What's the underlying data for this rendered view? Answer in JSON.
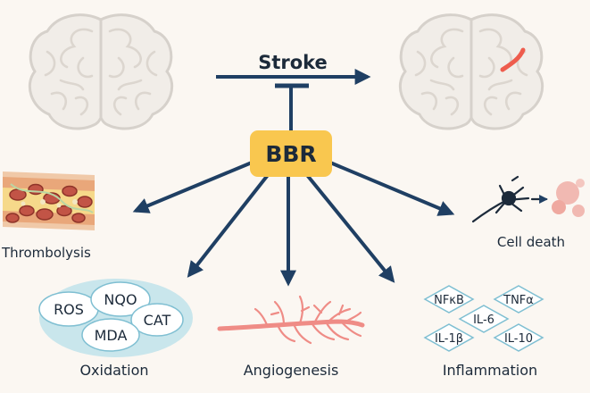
{
  "stroke_label": "Stroke",
  "center_label": "BBR",
  "outcomes": {
    "thrombolysis": "Thrombolysis",
    "cell_death": "Cell death",
    "oxidation": "Oxidation",
    "angiogenesis": "Angiogenesis",
    "inflammation": "Inflammation"
  },
  "oxidation_markers": [
    "ROS",
    "NQO",
    "CAT",
    "MDA"
  ],
  "inflammation_markers": [
    "NFκB",
    "TNFα",
    "IL-6",
    "IL-1β",
    "IL-10"
  ],
  "colors": {
    "arrow": "#1f3f63",
    "bbr_box": "#f9c74f",
    "brain_fill": "#f1ede8",
    "brain_stroke": "#d6d1cb",
    "lesion": "#ee5c4d",
    "vessel": "#ef8c86",
    "oxidation_fill": "#c9e6ec",
    "inflammation_stroke": "#7fbfd2"
  }
}
